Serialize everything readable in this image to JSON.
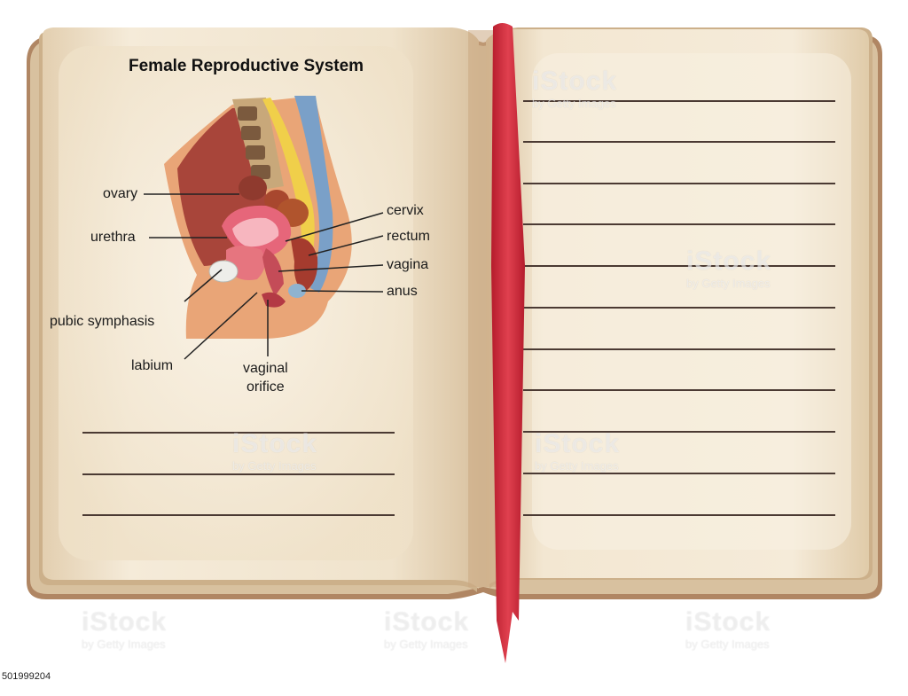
{
  "title": "Female Reproductive System",
  "labels": {
    "ovary": "ovary",
    "urethra": "urethra",
    "pubic_symphasis": "pubic symphasis",
    "labium": "labium",
    "vaginal_orifice_line1": "vaginal",
    "vaginal_orifice_line2": "orifice",
    "cervix": "cervix",
    "rectum": "rectum",
    "vagina": "vagina",
    "anus": "anus"
  },
  "watermark": {
    "brand": "iStock",
    "sub": "by Getty Images",
    "stock_id": "501999204"
  },
  "colors": {
    "page": "#ecdcc2",
    "page_highlight": "#f6eddc",
    "cover_edge": "#a87c58",
    "ribbon": "#d3283a",
    "rule_line": "#4b3a33"
  }
}
